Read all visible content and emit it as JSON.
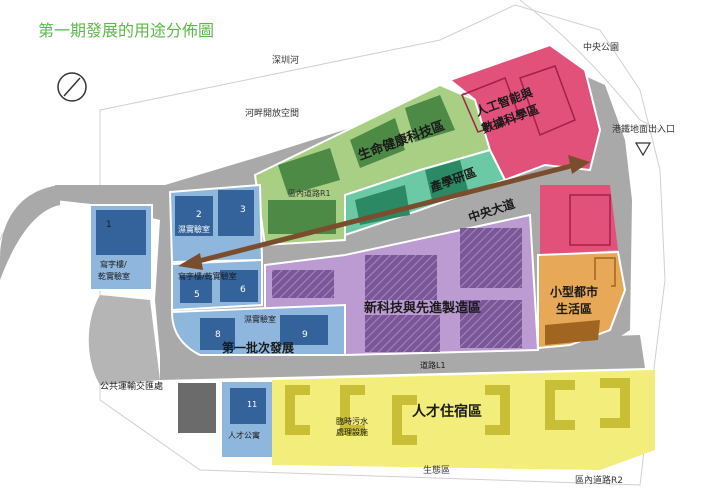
{
  "title": "第一期發展的用途分佈圖",
  "colors": {
    "title": "#5cb94a",
    "green_zone": "#a8cf84",
    "teal_zone": "#6cc9a6",
    "pink_zone": "#e2517a",
    "orange_zone": "#e7a857",
    "purple_zone": "#bb9bd2",
    "blue_zone": "#8fb6dc",
    "yellow_zone": "#f3ee7c",
    "road": "#a4a4a4",
    "arrow": "#7a4e2d"
  },
  "icons": {
    "north": "north-arrow-icon",
    "station": "triangle-station-icon"
  },
  "labels": {
    "shenzhen_river": "深圳河",
    "riverside_open_space": "河畔開放空間",
    "central_park": "中央公園",
    "mtr_entrance": "港鐵地面出入口",
    "ai_data_zone_line1": "人工智能與",
    "ai_data_zone_line2": "數據科學區",
    "life_health_zone": "生命健康科技區",
    "industry_research_zone": "產學研區",
    "internal_road_r1": "區內道路R1",
    "central_avenue": "中央大道",
    "lab_1": "1",
    "lab_2": "2",
    "lab_3": "3",
    "lab_label_a": "濕實驗室",
    "dry_wet_lab_a_line1": "寫字樓/",
    "dry_wet_lab_a_line2": "乾實驗室",
    "dry_wet_lab_b": "寫字樓/乾實驗室",
    "lab_5": "5",
    "lab_6": "6",
    "wet_lab_b": "濕實驗室",
    "lab_8": "8",
    "lab_9": "9",
    "first_batch": "第一批次發展",
    "new_tech_zone": "新科技與先進製造區",
    "small_urban_line1": "小型都市",
    "small_urban_line2": "生活區",
    "road_l1": "道路L1",
    "transport_hub": "公共運輸交匯處",
    "lab_11": "11",
    "talent_apartment": "人才公寓",
    "temp_sewage_line1": "臨時污水",
    "temp_sewage_line2": "處理設施",
    "talent_housing": "人才住宿區",
    "eco_zone": "生態區",
    "internal_road_r2": "區內道路R2"
  }
}
